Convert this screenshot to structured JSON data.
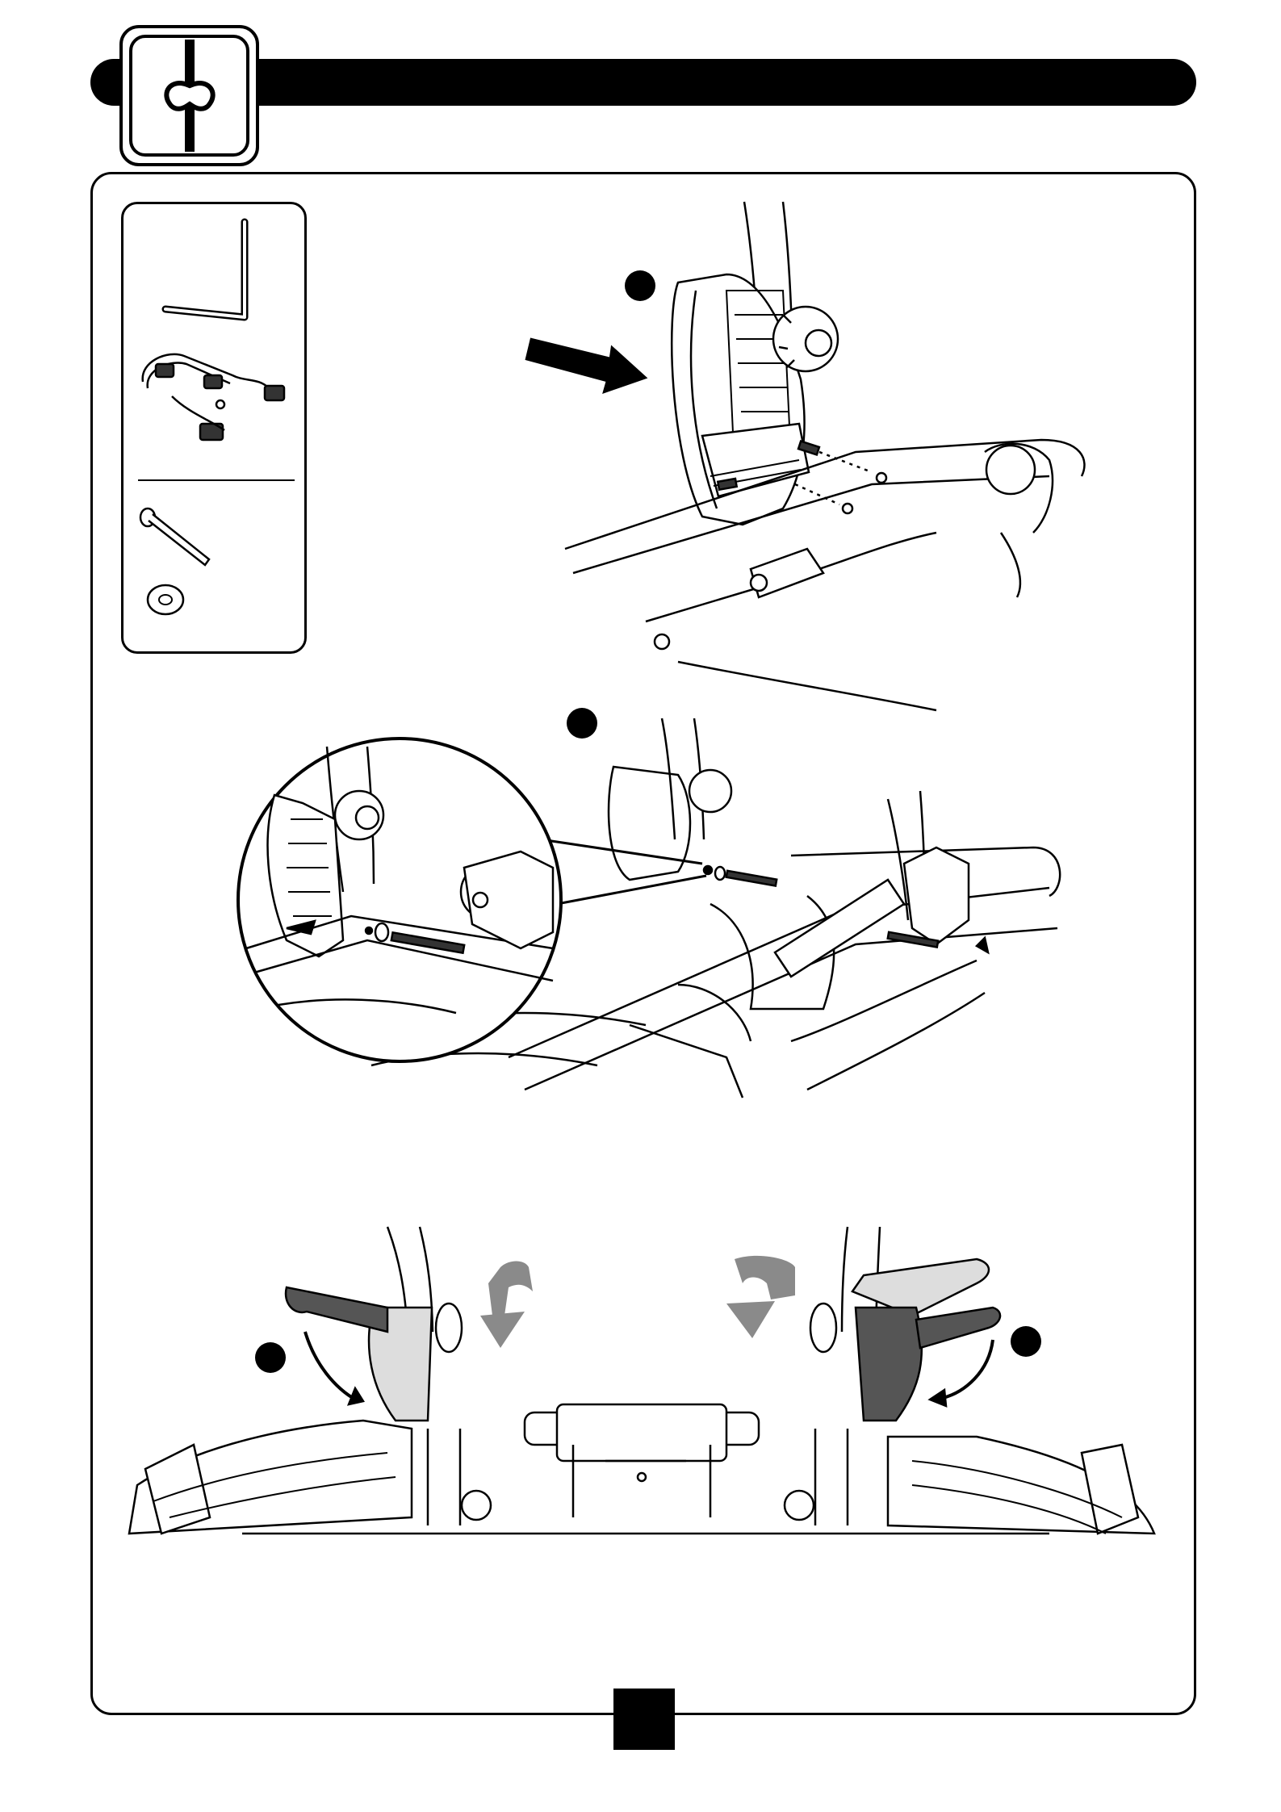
{
  "header": {
    "logo_icon": "puzzle-piece-icon"
  },
  "parts_panel": {
    "items": [
      {
        "name": "allen-key",
        "icon": "allen-key-icon"
      },
      {
        "name": "frame-hardware",
        "icon": "bracket-assembly-icon"
      },
      {
        "name": "bolt",
        "icon": "bolt-icon"
      },
      {
        "name": "washer",
        "icon": "washer-icon"
      }
    ]
  },
  "steps": [
    {
      "id": "step-1",
      "label": ""
    },
    {
      "id": "step-2",
      "label": ""
    },
    {
      "id": "step-3a",
      "label": ""
    },
    {
      "id": "step-3b",
      "label": ""
    }
  ],
  "footer": {
    "page_number": ""
  },
  "colors": {
    "ink": "#000000",
    "paper": "#ffffff",
    "shade-dark": "#555555",
    "shade-light": "#dddddd",
    "arrow-gray": "#8a8a8a"
  }
}
